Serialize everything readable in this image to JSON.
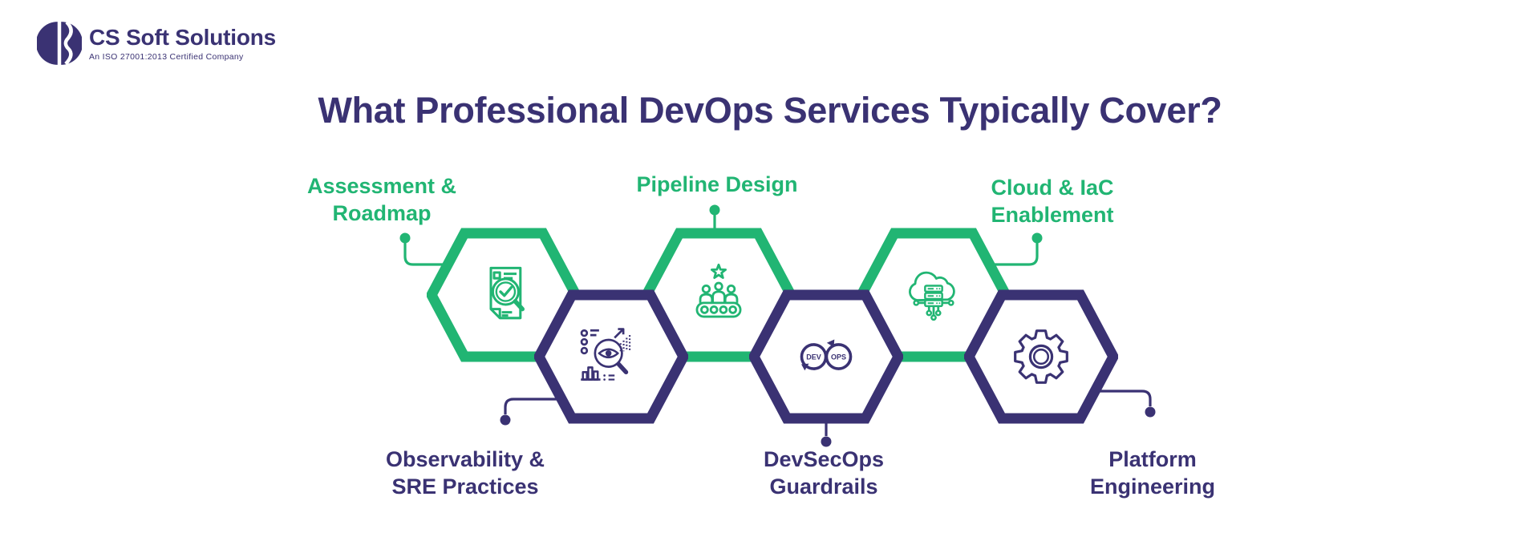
{
  "brand": {
    "name": "CS Soft Solutions",
    "tagline": "An ISO 27001:2013 Certified Company"
  },
  "title": "What Professional DevOps Services Typically Cover?",
  "colors": {
    "green": "#21B573",
    "purple": "#3A3273"
  },
  "services": [
    {
      "label_line1": "Assessment &",
      "label_line2": "Roadmap",
      "icon": "document-audit-magnifier-icon",
      "hex_color": "green",
      "label_position": "top-left"
    },
    {
      "label_line1": "Observability &",
      "label_line2": "SRE Practices",
      "icon": "eye-magnifier-metrics-icon",
      "hex_color": "purple",
      "label_position": "bottom-left"
    },
    {
      "label_line1": "Pipeline Design",
      "label_line2": "",
      "icon": "team-conveyor-star-icon",
      "hex_color": "green",
      "label_position": "top-center"
    },
    {
      "label_line1": "DevSecOps",
      "label_line2": "Guardrails",
      "icon": "devops-infinity-loop-icon",
      "hex_color": "purple",
      "label_position": "bottom-center"
    },
    {
      "label_line1": "Cloud & IaC",
      "label_line2": "Enablement",
      "icon": "cloud-server-circuit-icon",
      "hex_color": "green",
      "label_position": "top-right"
    },
    {
      "label_line1": "Platform",
      "label_line2": "Engineering",
      "icon": "gear-icon",
      "hex_color": "purple",
      "label_position": "bottom-right"
    }
  ],
  "devops_loop": {
    "dev": "DEV",
    "ops": "OPS"
  }
}
